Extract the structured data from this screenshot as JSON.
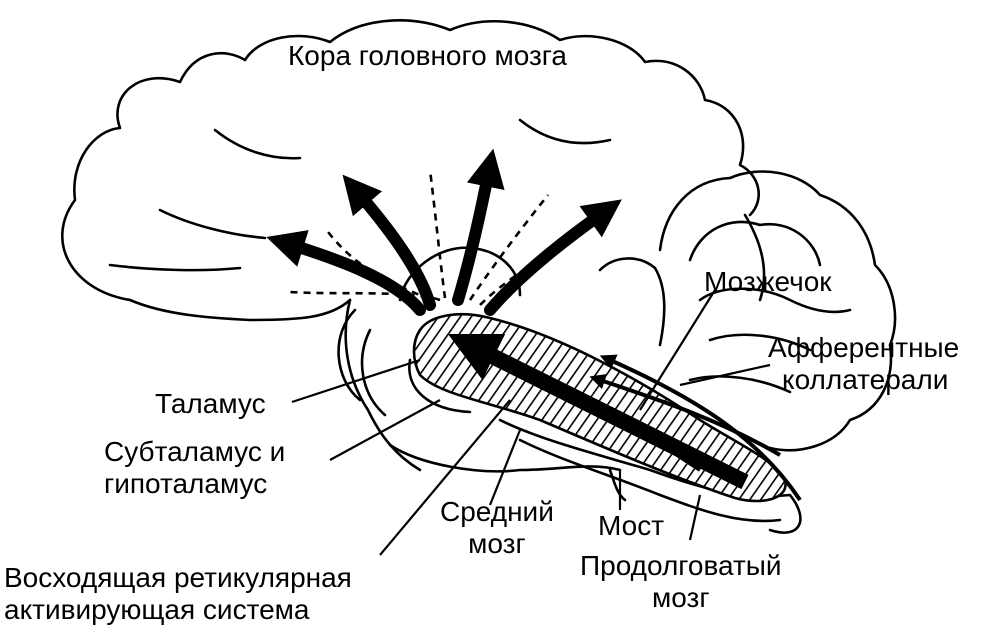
{
  "diagram": {
    "labels": {
      "cortex": "Кора головного мозга",
      "cerebellum": "Мозжечок",
      "afferent_line1": "Афферентные",
      "afferent_line2": "коллатерали",
      "thalamus": "Таламус",
      "subthalamus_line1": "Субталамус и",
      "subthalamus_line2": "гипоталамус",
      "midbrain_line1": "Средний",
      "midbrain_line2": "мозг",
      "pons": "Мост",
      "medulla_line1": "Продолговатый",
      "medulla_line2": "мозг",
      "aras_line1": "Восходящая ретикулярная",
      "aras_line2": "активирующая система"
    },
    "colors": {
      "ink": "#000000",
      "paper": "#ffffff"
    }
  }
}
